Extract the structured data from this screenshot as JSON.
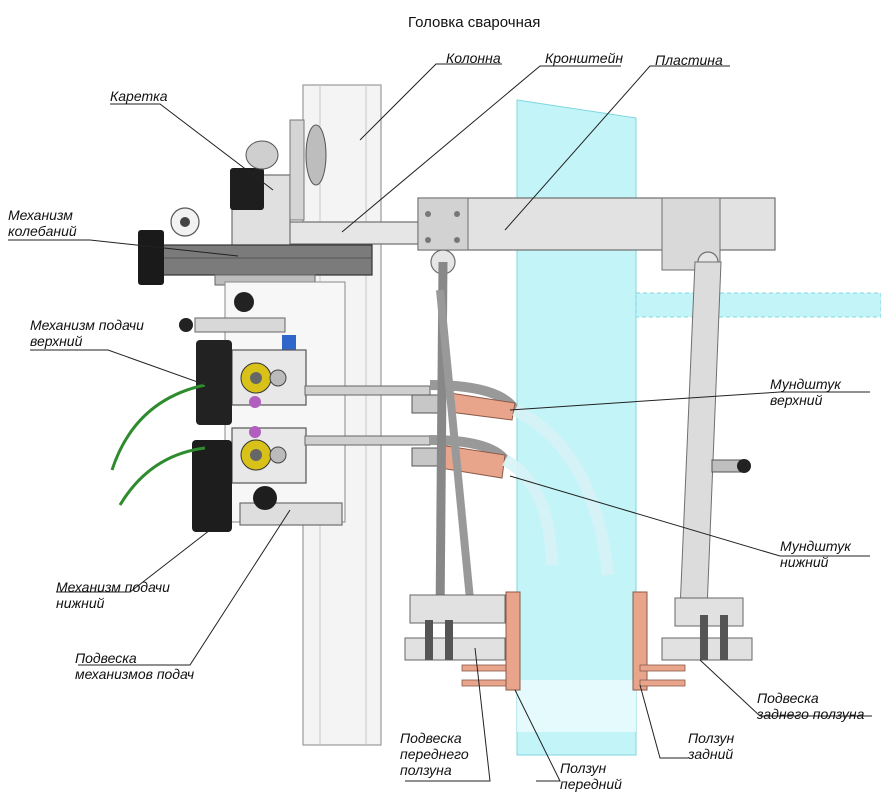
{
  "title": "Головка сварочная",
  "labels": {
    "kolonna": "Колонна",
    "kronshtein": "Кронштейн",
    "plastina": "Пластина",
    "karetka": "Каретка",
    "mekh_kolebaniy": [
      "Механизм",
      "колебаний"
    ],
    "mekh_podachi_verkhniy": [
      "Механизм подачи",
      "верхний"
    ],
    "mekh_podachi_nizhniy": [
      "Механизм подачи",
      "нижний"
    ],
    "podveska_mekh_podach": [
      "Подвеска",
      "механизмов подач"
    ],
    "mundshtuk_verkhniy": [
      "Мундштук",
      "верхний"
    ],
    "mundshtuk_nizhniy": [
      "Мундштук",
      "нижний"
    ],
    "podveska_zadnego": [
      "Подвеска",
      "заднего ползуна"
    ],
    "polzun_zadniy": [
      "Ползун",
      "задний"
    ],
    "podveska_perednego": [
      "Подвеска",
      "переднего",
      "ползуна"
    ],
    "polzun_peredniy": [
      "Ползун",
      "передний"
    ]
  },
  "colors": {
    "plate": "#aef0f5",
    "metal": "#d8d8d8",
    "dark": "#222222",
    "copper": "#e9a48c",
    "wire": "#2e8b2e",
    "blue": "#2f66c9",
    "yellow": "#d8c21a",
    "nozzle_ghost": "#d7f3f5"
  }
}
